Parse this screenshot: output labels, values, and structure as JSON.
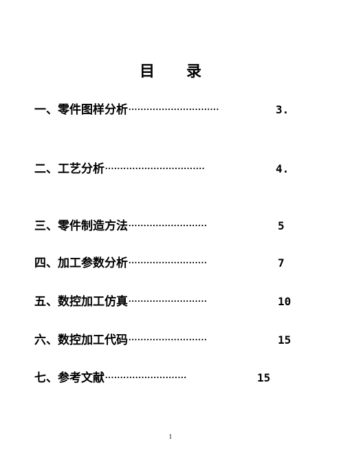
{
  "document": {
    "title_chars": [
      "目",
      "录"
    ],
    "entries": [
      {
        "label": "一、零件图样分析",
        "dots": "······························",
        "page": "3."
      },
      {
        "label": "二、工艺分析",
        "dots": "·································",
        "page": "4."
      },
      {
        "label": "三、零件制造方法",
        "dots": "··························",
        "page": "5"
      },
      {
        "label": "四、加工参数分析",
        "dots": "··························",
        "page": "7"
      },
      {
        "label": "五、数控加工仿真",
        "dots": "··························",
        "page": "10"
      },
      {
        "label": "六、数控加工代码",
        "dots": "··························",
        "page": "15"
      },
      {
        "label": "七、参考文献",
        "dots": "···························",
        "page": "15"
      }
    ],
    "footer_page_number": "1"
  }
}
